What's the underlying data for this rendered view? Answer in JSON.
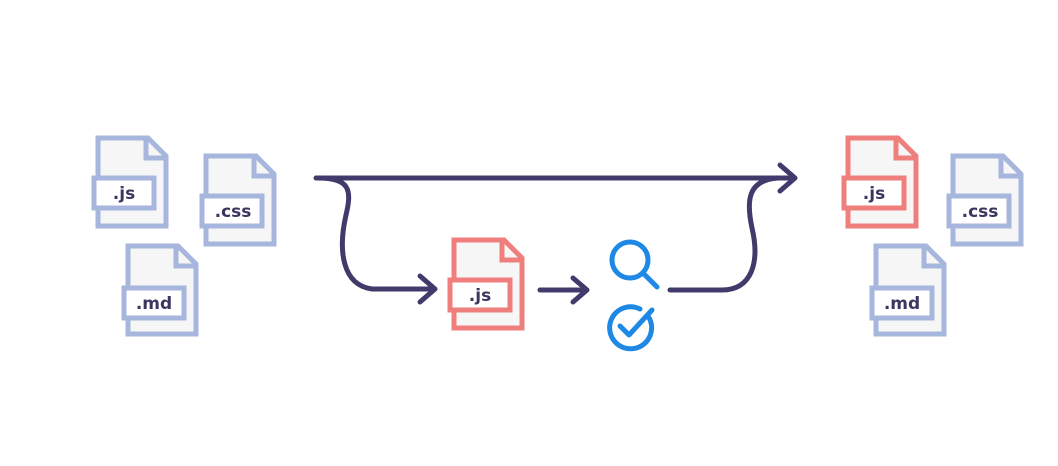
{
  "colors": {
    "file_default": "#a7b6dc",
    "file_highlight": "#ee7f7d",
    "page_fill": "#f6f6f6",
    "arrow": "#403b6a",
    "tool_icon": "#1e88e5"
  },
  "source_files": [
    ".js",
    ".css",
    ".md"
  ],
  "staged_file": ".js",
  "tools": [
    "search-icon",
    "checkmark-circle-icon"
  ],
  "output_files": [
    ".js",
    ".css",
    ".md"
  ]
}
